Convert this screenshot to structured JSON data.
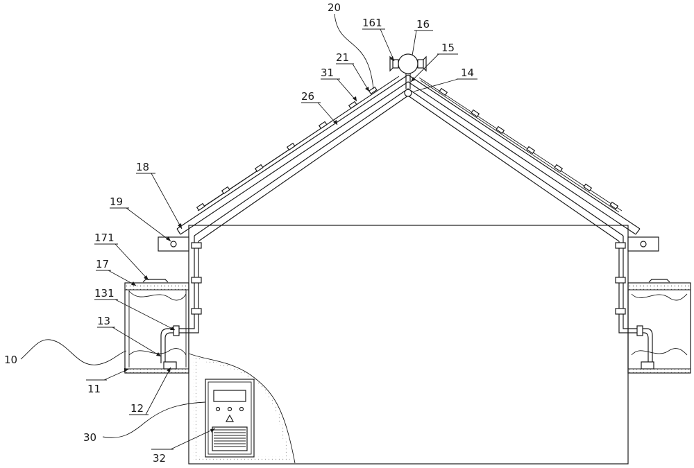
{
  "labels": {
    "l10": "10",
    "l11": "11",
    "l12": "12",
    "l13": "13",
    "l131": "131",
    "l14": "14",
    "l15": "15",
    "l16": "16",
    "l161": "161",
    "l17": "17",
    "l171": "171",
    "l18": "18",
    "l19": "19",
    "l20": "20",
    "l21": "21",
    "l26": "26",
    "l30": "30",
    "l31": "31",
    "l32": "32"
  }
}
